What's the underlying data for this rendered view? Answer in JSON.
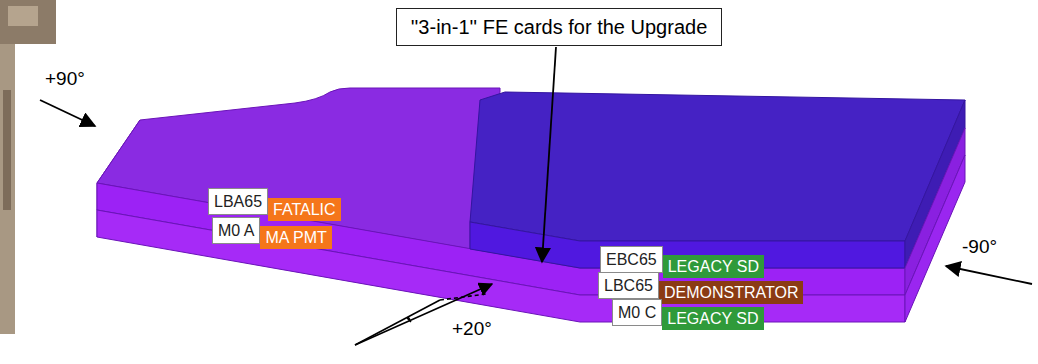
{
  "diagram": {
    "nodes": [
      {
        "text": [
          "''3-in-1'' FE cards for the Upgrade"
        ]
      },
      {
        "text": [
          "LBA65"
        ]
      },
      {
        "text": [
          "FATALIC"
        ]
      },
      {
        "text": [
          "M0 A"
        ]
      },
      {
        "text": [
          "MA PMT"
        ]
      },
      {
        "text": [
          "EBC65"
        ]
      },
      {
        "text": [
          "LEGACY SD"
        ]
      },
      {
        "text": [
          "LBC65"
        ]
      },
      {
        "text": [
          "DEMONSTRATOR"
        ]
      },
      {
        "text": [
          "M0 C"
        ]
      },
      {
        "text": [
          "LEGACY SD"
        ]
      }
    ],
    "labels": [
      "+90°",
      "-90°",
      "+20°"
    ]
  }
}
